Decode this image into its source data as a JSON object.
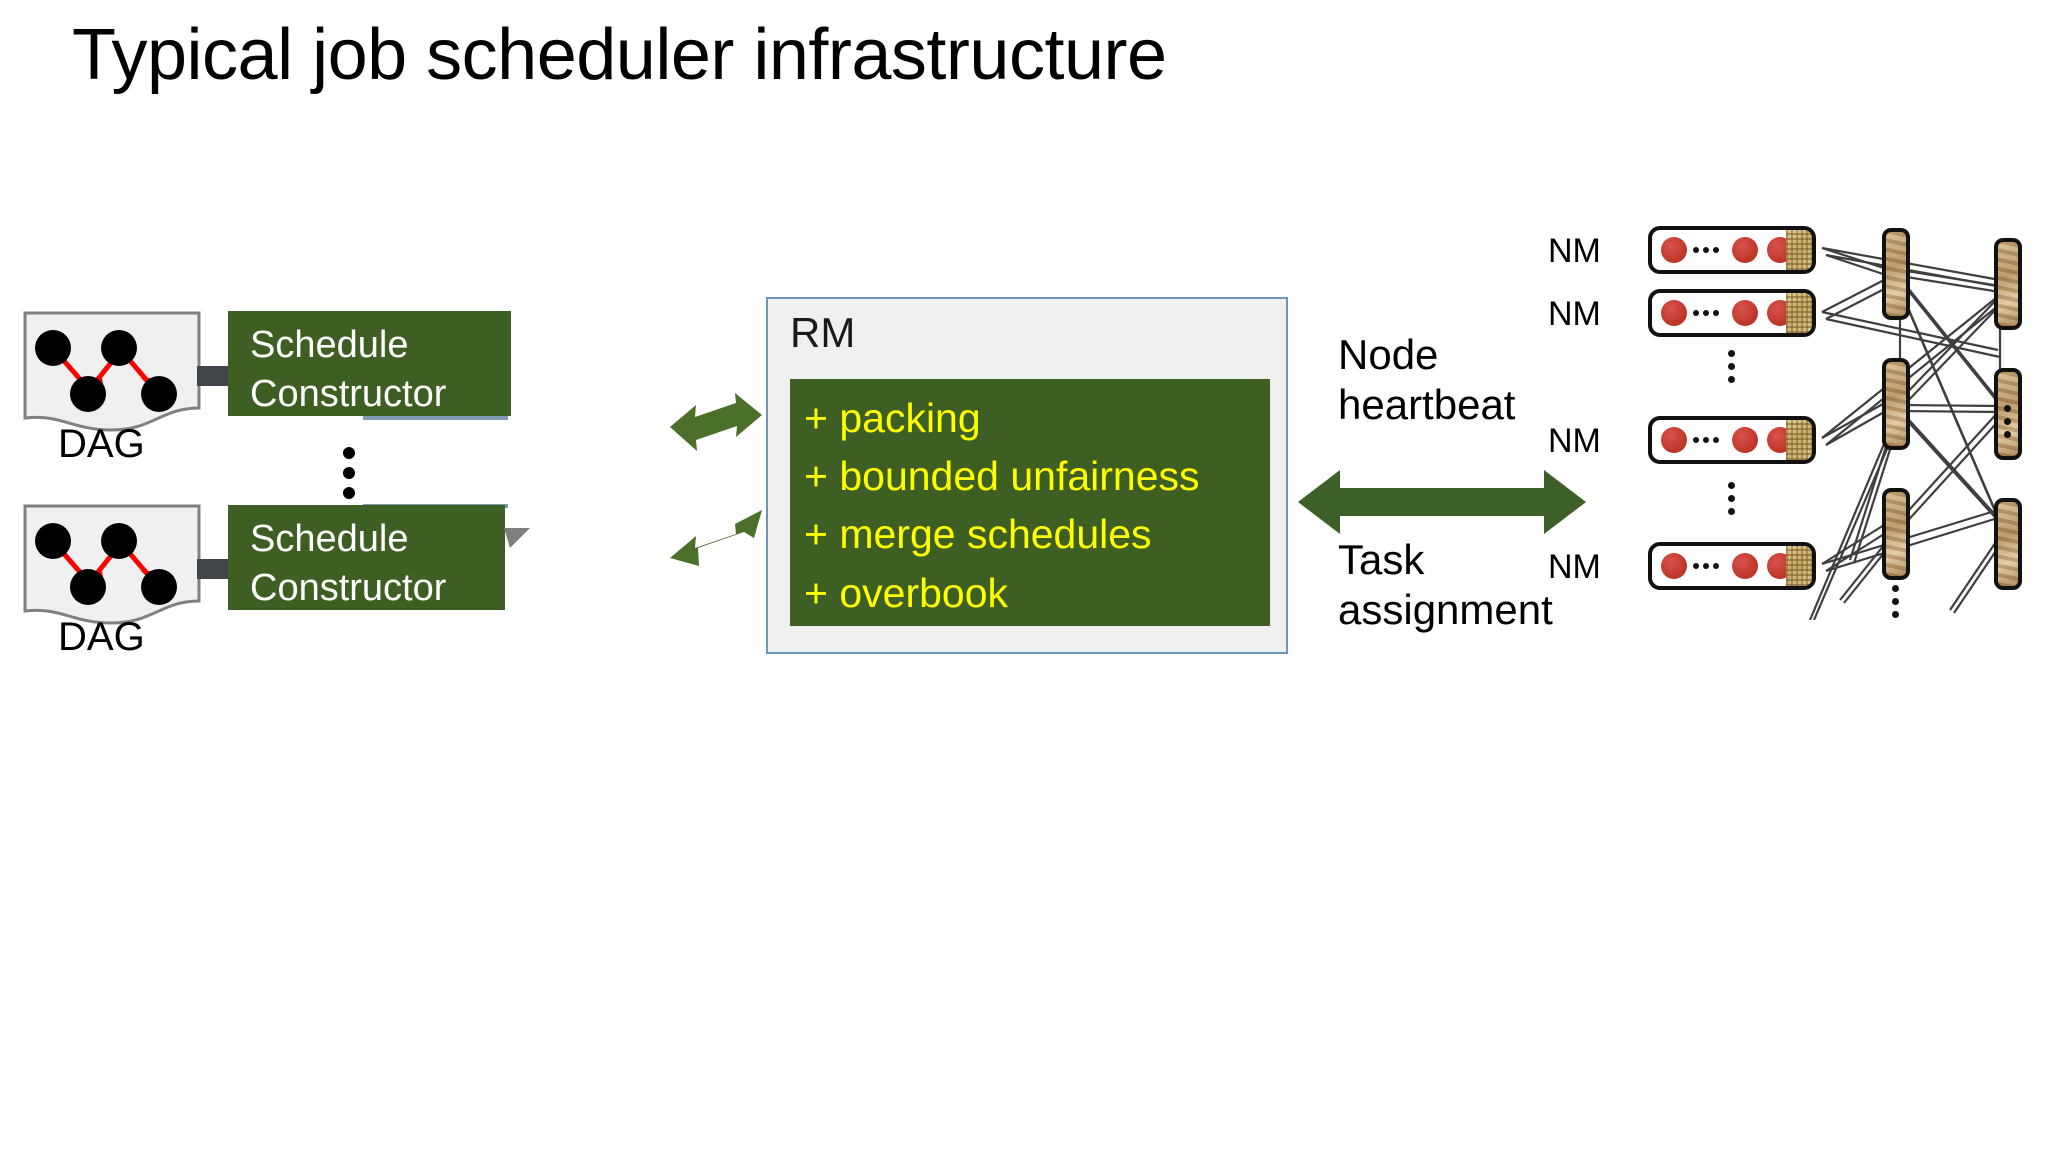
{
  "slide": {
    "title": "Typical job scheduler infrastructure",
    "background_color": "#ffffff"
  },
  "colors": {
    "dark_green": "#3d5f24",
    "arrow_green": "#4a7029",
    "yellow_text": "#ffff00",
    "panel_border_blue": "#6f95bd",
    "panel_bg": "#f0f0f0",
    "block_arrow_gray": "#3f4548",
    "dag_node_black": "#000000",
    "dag_edge_red": "#ff0000",
    "nm_dot_red": "#c0392b",
    "switch_tan": "#c9ad6a",
    "underbar_blue": "#7f9ab5"
  },
  "left": {
    "dags": [
      {
        "label": "DAG",
        "node_count": 4,
        "edge_count": 3
      },
      {
        "label": "DAG",
        "node_count": 4,
        "edge_count": 3
      }
    ],
    "constructors": [
      {
        "line1": "Schedule",
        "line2": "Constructor"
      },
      {
        "line1": "Schedule",
        "line2": "Constructor"
      }
    ],
    "ellipsis": "⋮",
    "arrow_icon": "block-arrow-right-icon"
  },
  "rm": {
    "title": "RM",
    "features": [
      "+ packing",
      "+ bounded unfairness",
      "+ merge schedules",
      "+ overbook"
    ]
  },
  "connectors": {
    "sc_to_rm_icon": "double-headed-arrow-icon",
    "sc_to_rm_count": 2,
    "rm_to_cluster_icon": "double-headed-arrow-icon",
    "label_top_line1": "Node",
    "label_top_line2": "heartbeat",
    "label_bottom_line1": "Task",
    "label_bottom_line2": "assignment"
  },
  "cluster": {
    "node_label": "NM",
    "nodes": [
      {
        "label": "NM",
        "dot_count": 3
      },
      {
        "label": "NM",
        "dot_count": 3
      },
      {
        "label": "NM",
        "dot_count": 3
      },
      {
        "label": "NM",
        "dot_count": 3
      }
    ],
    "switch_count": 6,
    "ellipsis": "⋮",
    "ellipsis_positions": 4
  }
}
